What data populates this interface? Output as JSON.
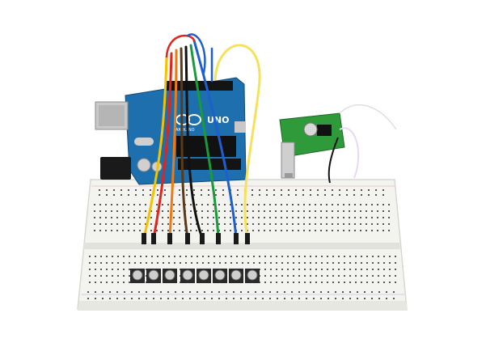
{
  "board": {
    "label_uno": "UNO",
    "label_brand": "ARDUINO",
    "color": "#1d6fae"
  },
  "amplifier_module": {
    "color": "#2e9a3a"
  },
  "breadboard": {
    "color": "#f4f4f0"
  },
  "wire_colors": [
    "#f2c200",
    "#e0261c",
    "#f07a12",
    "#5a3a1a",
    "#111111",
    "#1a9a3a",
    "#1e5fd0",
    "#f6e25a"
  ],
  "button_count": 8
}
